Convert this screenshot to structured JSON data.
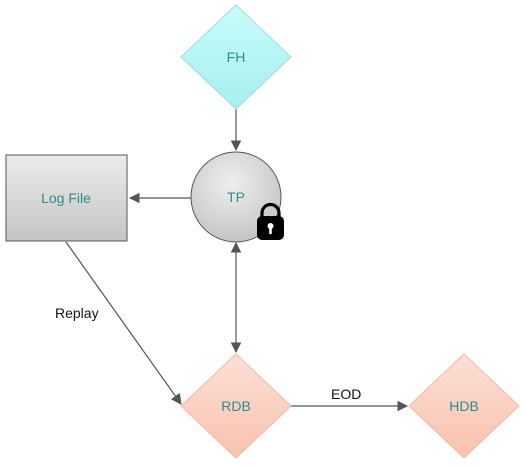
{
  "nodes": {
    "fh": {
      "label": "FH",
      "shape": "diamond",
      "fill": "#b8f4f4"
    },
    "tp": {
      "label": "TP",
      "shape": "circle",
      "fill": "#dcdcdc",
      "badge": "lock-icon"
    },
    "log_file": {
      "label": "Log File",
      "shape": "rectangle",
      "fill": "#d9d9d9"
    },
    "rdb": {
      "label": "RDB",
      "shape": "diamond",
      "fill": "#fbd2c4"
    },
    "hdb": {
      "label": "HDB",
      "shape": "diamond",
      "fill": "#fbd2c4"
    }
  },
  "edges": [
    {
      "from": "fh",
      "to": "tp",
      "label": ""
    },
    {
      "from": "tp",
      "to": "log_file",
      "label": ""
    },
    {
      "from": "tp",
      "to": "rdb",
      "label": "",
      "bidirectional": true
    },
    {
      "from": "log_file",
      "to": "rdb",
      "label": "Replay"
    },
    {
      "from": "rdb",
      "to": "hdb",
      "label": "EOD"
    }
  ],
  "colors": {
    "node_text": "#2e8b8b",
    "edge": "#555555",
    "edge_text": "#111111"
  }
}
